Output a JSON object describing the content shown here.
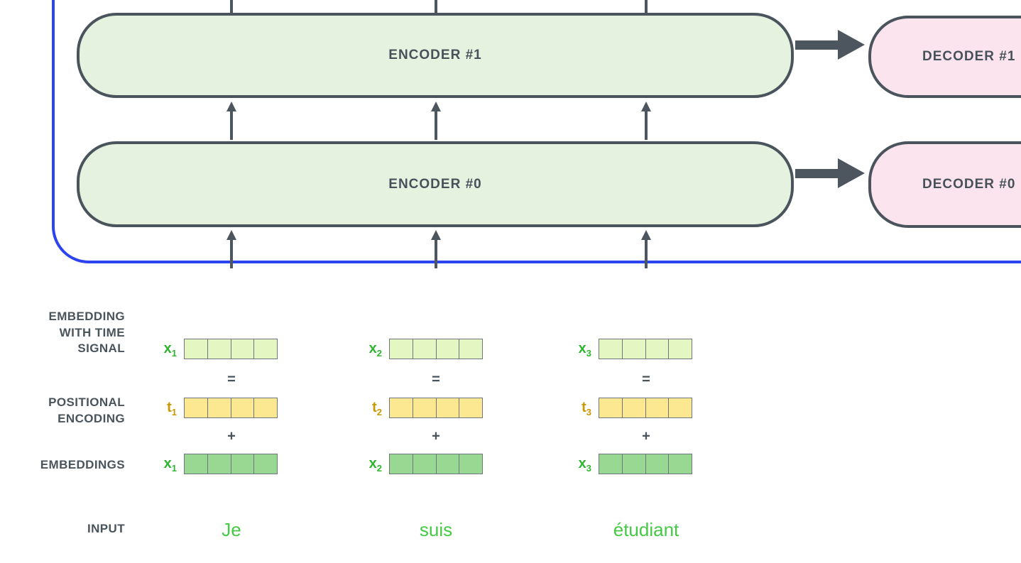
{
  "encoder_stack": {
    "boxes": [
      {
        "label": "ENCODER #1"
      },
      {
        "label": "ENCODER #0"
      }
    ]
  },
  "decoder_stack": {
    "boxes": [
      {
        "label": "DECODER #1"
      },
      {
        "label": "DECODER #0"
      }
    ]
  },
  "side_labels": {
    "embedding_with_time_signal": {
      "line1": "EMBEDDING",
      "line2": "WITH TIME",
      "line3": "SIGNAL"
    },
    "positional_encoding": {
      "line1": "POSITIONAL",
      "line2": "ENCODING"
    },
    "embeddings": {
      "label": "EMBEDDINGS"
    },
    "input": {
      "label": "INPUT"
    }
  },
  "operators": {
    "equals": "=",
    "plus": "+"
  },
  "columns": [
    {
      "time_label": "x",
      "time_sub": "1",
      "pos_label": "t",
      "pos_sub": "1",
      "emb_label": "x",
      "emb_sub": "1",
      "word": "Je"
    },
    {
      "time_label": "x",
      "time_sub": "2",
      "pos_label": "t",
      "pos_sub": "2",
      "emb_label": "x",
      "emb_sub": "2",
      "word": "suis"
    },
    {
      "time_label": "x",
      "time_sub": "3",
      "pos_label": "t",
      "pos_sub": "3",
      "emb_label": "x",
      "emb_sub": "3",
      "word": "étudiant"
    }
  ],
  "cells_per_vector": 4,
  "colors": {
    "encoder_fill": "#e4f2df",
    "decoder_fill": "#fce4ef",
    "box_border": "#4a545c",
    "arrow": "#4d565e",
    "blue_bracket": "#2b44f0",
    "time_vector_fill": "#e4f7c2",
    "positional_vector_fill": "#fbe890",
    "embedding_vector_fill": "#99d893",
    "vector_cell_border": "#6e757c",
    "x_label_green": "#2fb42f",
    "t_label_amber": "#ca9800",
    "input_word_green": "#45c945",
    "label_text": "#4a545c"
  }
}
